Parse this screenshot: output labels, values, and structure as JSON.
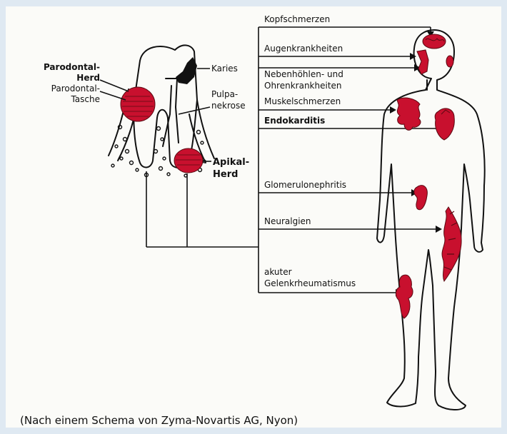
{
  "diagram": {
    "tooth_labels": {
      "parodontal_herd_line1": "Parodontal-",
      "parodontal_herd_line2": "Herd",
      "parodontal_tasche_line1": "Parodontal-",
      "parodontal_tasche_line2": "Tasche",
      "karies": "Karies",
      "pulpa_line1": "Pulpa-",
      "pulpa_line2": "nekrose",
      "apikal_line1": "Apikal-",
      "apikal_line2": "Herd"
    },
    "diseases": {
      "kopfschmerzen": "Kopfschmerzen",
      "augenkrankheiten": "Augenkrankheiten",
      "nebenhoehlen_line1": "Nebenhöhlen- und",
      "nebenhoehlen_line2": "Ohrenkrankheiten",
      "muskelschmerzen": "Muskelschmerzen",
      "endokarditis": "Endokarditis",
      "glomerulonephritis": "Glomerulonephritis",
      "neuralgien": "Neuralgien",
      "gelenk_line1": "akuter",
      "gelenk_line2": "Gelenkrheumatismus"
    },
    "caption": "(Nach einem Schema von Zyma-Novartis AG, Nyon)",
    "colors": {
      "lesion": "#c8102e",
      "background": "#dfe9f2",
      "paper": "#fbfbf8"
    }
  }
}
